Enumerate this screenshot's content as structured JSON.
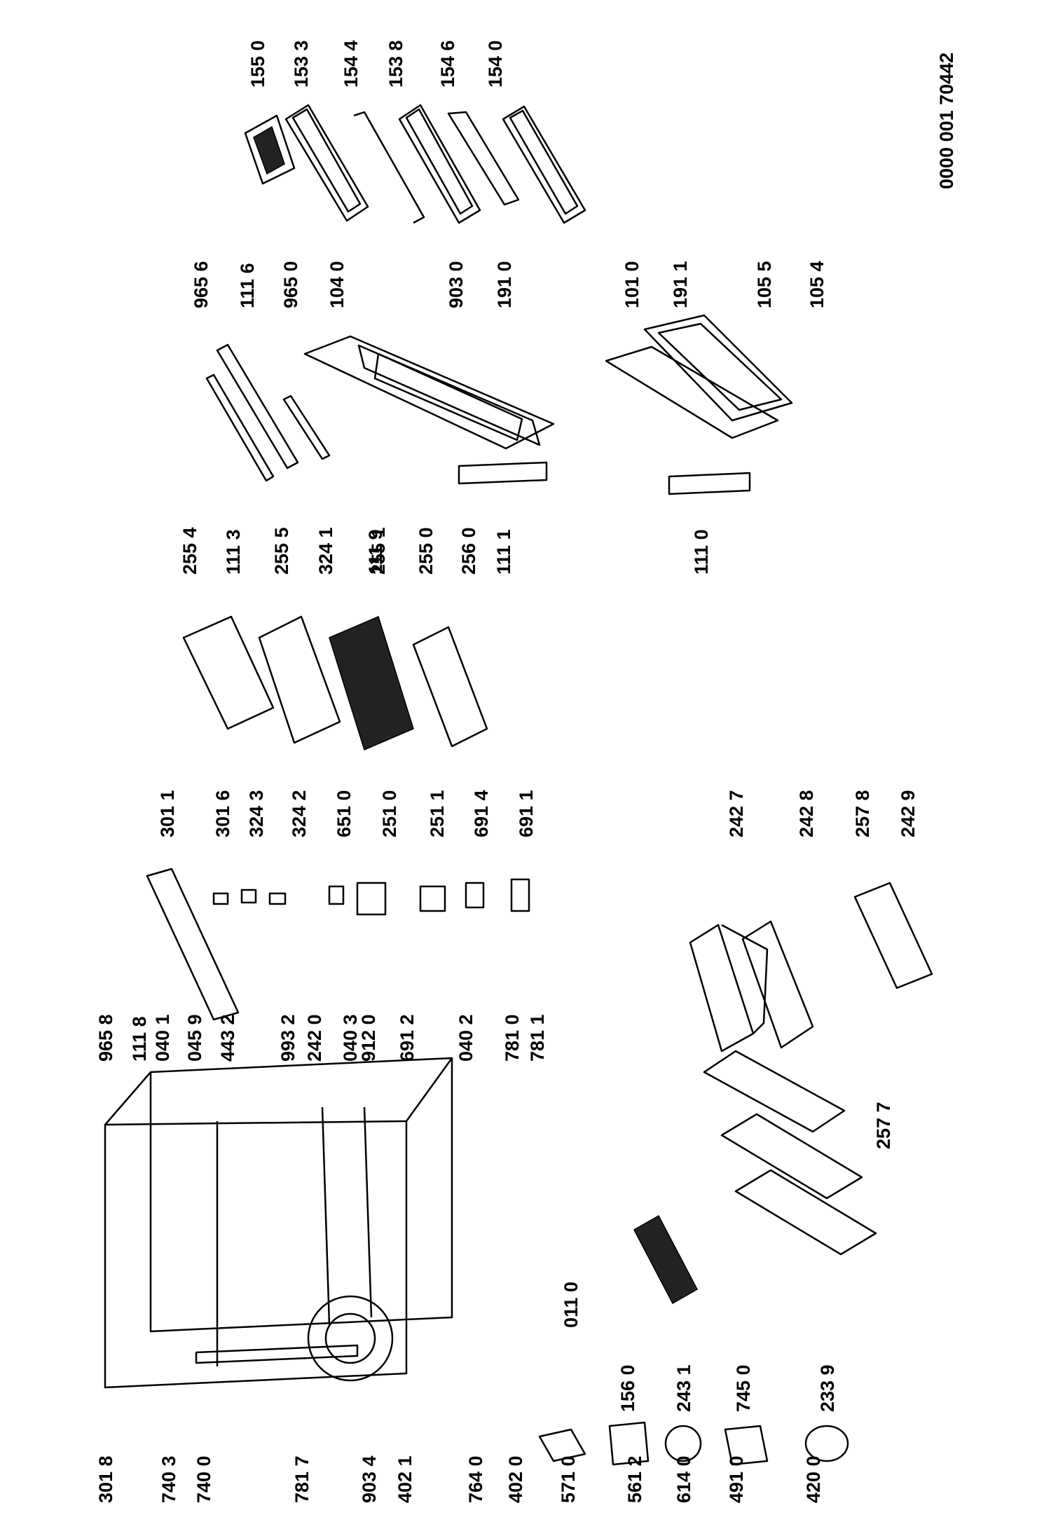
{
  "drawing_code": "0000 001 70442",
  "labels": [
    "155 0",
    "153 3",
    "154 4",
    "153 8",
    "154 6",
    "154 0",
    "965 6",
    "111 6",
    "965 0",
    "104 0",
    "903 0",
    "191 0",
    "101 0",
    "191 1",
    "105 5",
    "105 4",
    "255 4",
    "111 3",
    "255 5",
    "324 1",
    "111 9",
    "255 1",
    "255 0",
    "256 0",
    "111 1",
    "111 0",
    "301 1",
    "301 6",
    "324 3",
    "324 2",
    "651 0",
    "251 0",
    "251 1",
    "691 4",
    "691 1",
    "242 7",
    "242 8",
    "257 8",
    "242 9",
    "965 8",
    "111 8",
    "040 1",
    "045 9",
    "443 2",
    "993 2",
    "242 0",
    "040 3",
    "912 0",
    "691 2",
    "040 2",
    "781 0",
    "781 1",
    "156 0",
    "243 1",
    "745 0",
    "233 9",
    "257 7",
    "011 0",
    "301 8",
    "740 3",
    "740 0",
    "781 7",
    "903 4",
    "402 1",
    "764 0",
    "402 0",
    "571 0",
    "561 2",
    "614 0",
    "491 0",
    "420 0"
  ]
}
